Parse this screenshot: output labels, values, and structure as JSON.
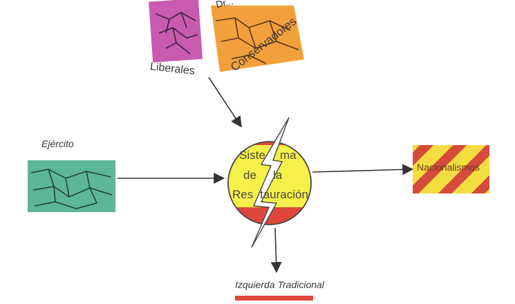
{
  "labels": {
    "ejercito": "Ejército",
    "liberales": "Liberales",
    "conservadores": "Conservadores",
    "conservadores_top": "Dr...",
    "nacionalismos": "Nacionalismos",
    "izquierda": "Izquierda Tradicional"
  },
  "center": {
    "line1_left": "Siste",
    "line1_right": "ma",
    "line2_left": "de",
    "line2_right": "la",
    "line3_left": "Res",
    "line3_right": "tauración"
  },
  "colors": {
    "red": "#e0473b",
    "yellow": "#f6f04a",
    "teal": "#5cb79a",
    "magenta": "#c85ab0",
    "orange": "#f2a03c",
    "stripe_red": "#d64a3c",
    "stripe_yellow": "#f3dd3f"
  }
}
